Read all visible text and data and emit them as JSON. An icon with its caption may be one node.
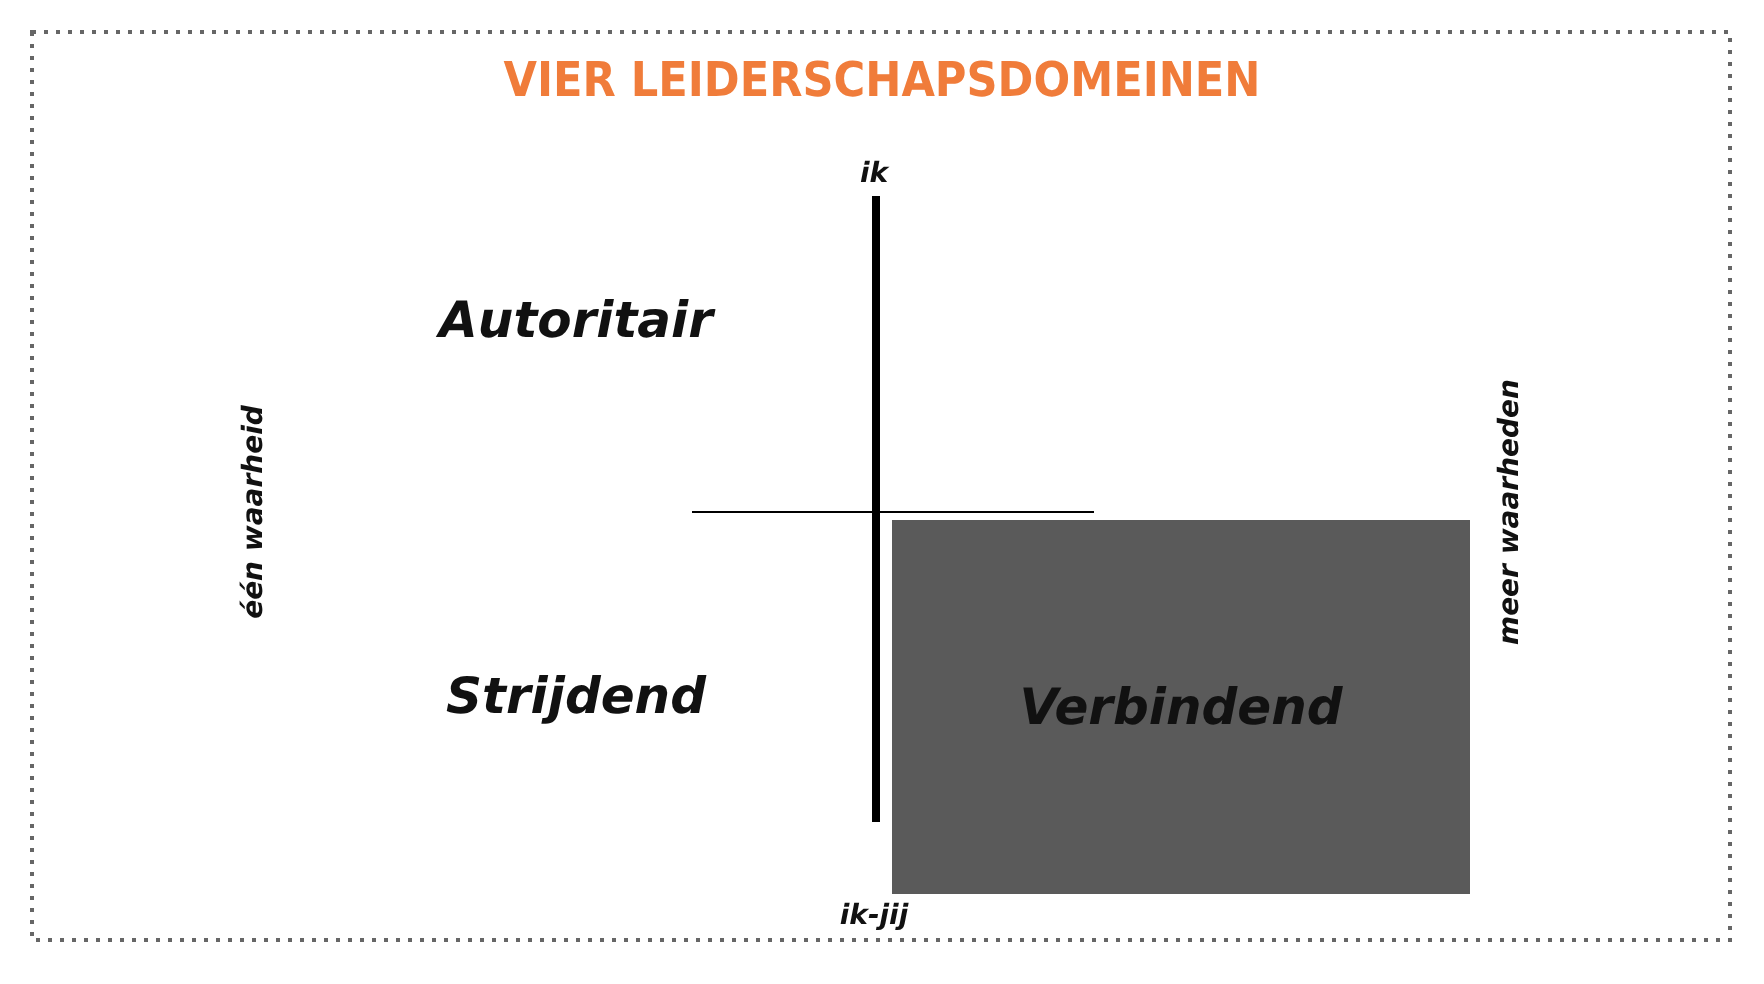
{
  "diagram": {
    "title": "VIER LEIDERSCHAPSDOMEINEN",
    "nodes": [
      {
        "text": [
          "Verbindend"
        ]
      }
    ],
    "labels": [
      "ik",
      "Autoritair",
      "één waarheid",
      "meer waarheden",
      "Strijdend",
      "ik-jij"
    ]
  }
}
